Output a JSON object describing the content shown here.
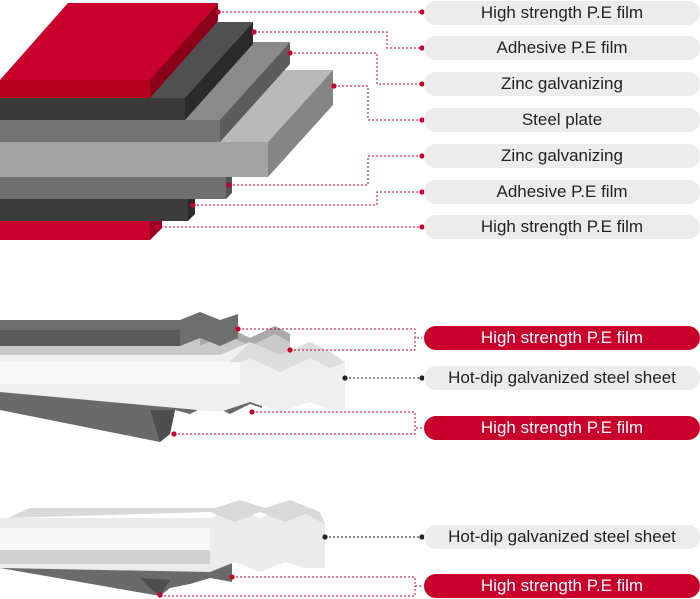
{
  "colors": {
    "accent": "#c8002b",
    "label_bg": "#ececec",
    "label_text": "#222222"
  },
  "diagram1": {
    "labels": [
      "High strength P.E film",
      "Adhesive P.E film",
      "Zinc galvanizing",
      "Steel plate",
      "Zinc galvanizing",
      "Adhesive P.E film",
      "High strength P.E film"
    ]
  },
  "diagram2": {
    "labels": [
      "High strength P.E film",
      "Hot-dip galvanized steel sheet",
      "High strength P.E film"
    ]
  },
  "diagram3": {
    "labels": [
      "Hot-dip galvanized steel sheet",
      "High strength P.E film"
    ]
  }
}
